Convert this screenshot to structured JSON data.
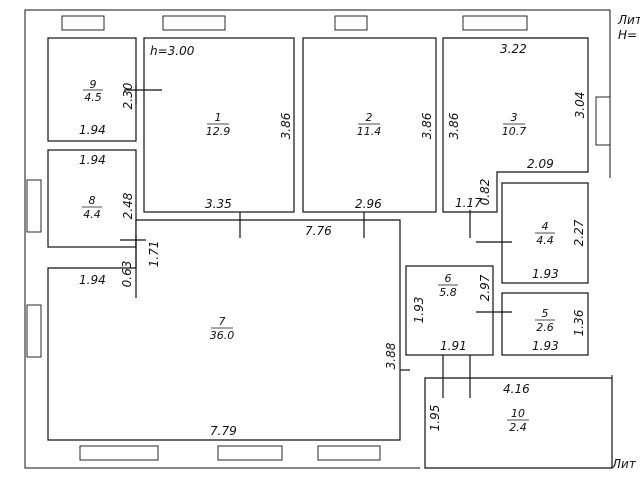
{
  "corner_labels": {
    "top_right_1": "Лит",
    "top_right_2": "H=",
    "bottom_right": "Лит"
  },
  "ceiling_height": "h=3.00",
  "rooms": [
    {
      "number": "9",
      "area": "4.5"
    },
    {
      "number": "1",
      "area": "12.9"
    },
    {
      "number": "2",
      "area": "11.4"
    },
    {
      "number": "3",
      "area": "10.7"
    },
    {
      "number": "8",
      "area": "4.4"
    },
    {
      "number": "4",
      "area": "4.4"
    },
    {
      "number": "7",
      "area": "36.0"
    },
    {
      "number": "6",
      "area": "5.8"
    },
    {
      "number": "5",
      "area": "2.6"
    },
    {
      "number": "10",
      "area": "2.4"
    }
  ],
  "dimensions": {
    "r9_w": "1.94",
    "r9_h": "2.30",
    "r8_top": "1.94",
    "r8_h": "2.48",
    "r1_h": "3.86",
    "r1_w": "3.35",
    "r2_h": "3.86",
    "r2_w": "2.96",
    "r3_top": "3.22",
    "r3_left": "3.86",
    "r3_right": "3.04",
    "r3_bottom": "2.09",
    "d_117": "1.17",
    "d_082": "0.82",
    "r4_h": "2.27",
    "r4_w": "1.93",
    "corridor": "7.76",
    "d_171": "1.71",
    "d_063": "0.63",
    "r7_left_top": "1.94",
    "r7_h": "3.88",
    "r7_w": "7.79",
    "r6_h": "2.97",
    "r6_left": "1.93",
    "r6_w": "1.91",
    "r5_h": "1.36",
    "r5_w": "1.93",
    "r10_w": "4.16",
    "r10_h": "1.95"
  }
}
